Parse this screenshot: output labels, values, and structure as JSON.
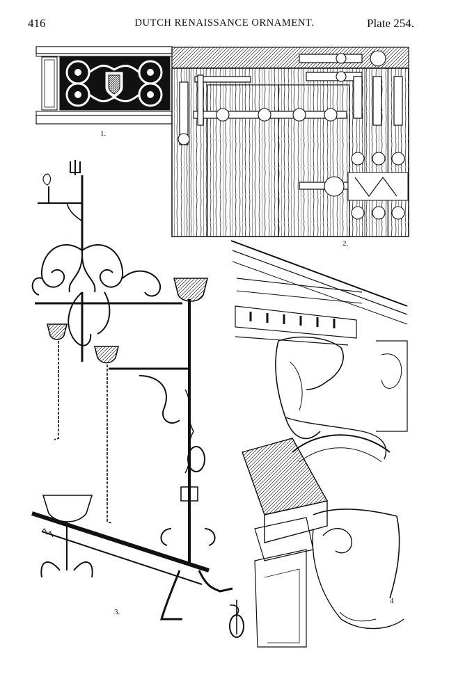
{
  "header": {
    "page_number": "416",
    "running_title": "DUTCH RENAISSANCE ORNAMENT.",
    "plate_label": "Plate 254."
  },
  "figures": [
    {
      "label": "1.",
      "subject": "carved balustrade panel"
    },
    {
      "label": "2.",
      "subject": "wooden door with wrought-iron hinges"
    },
    {
      "label": "3.",
      "subject": "wrought-iron candelabrum and andirons"
    },
    {
      "label": "4",
      "subject": "carved stone chimney-piece with caryatid"
    }
  ]
}
